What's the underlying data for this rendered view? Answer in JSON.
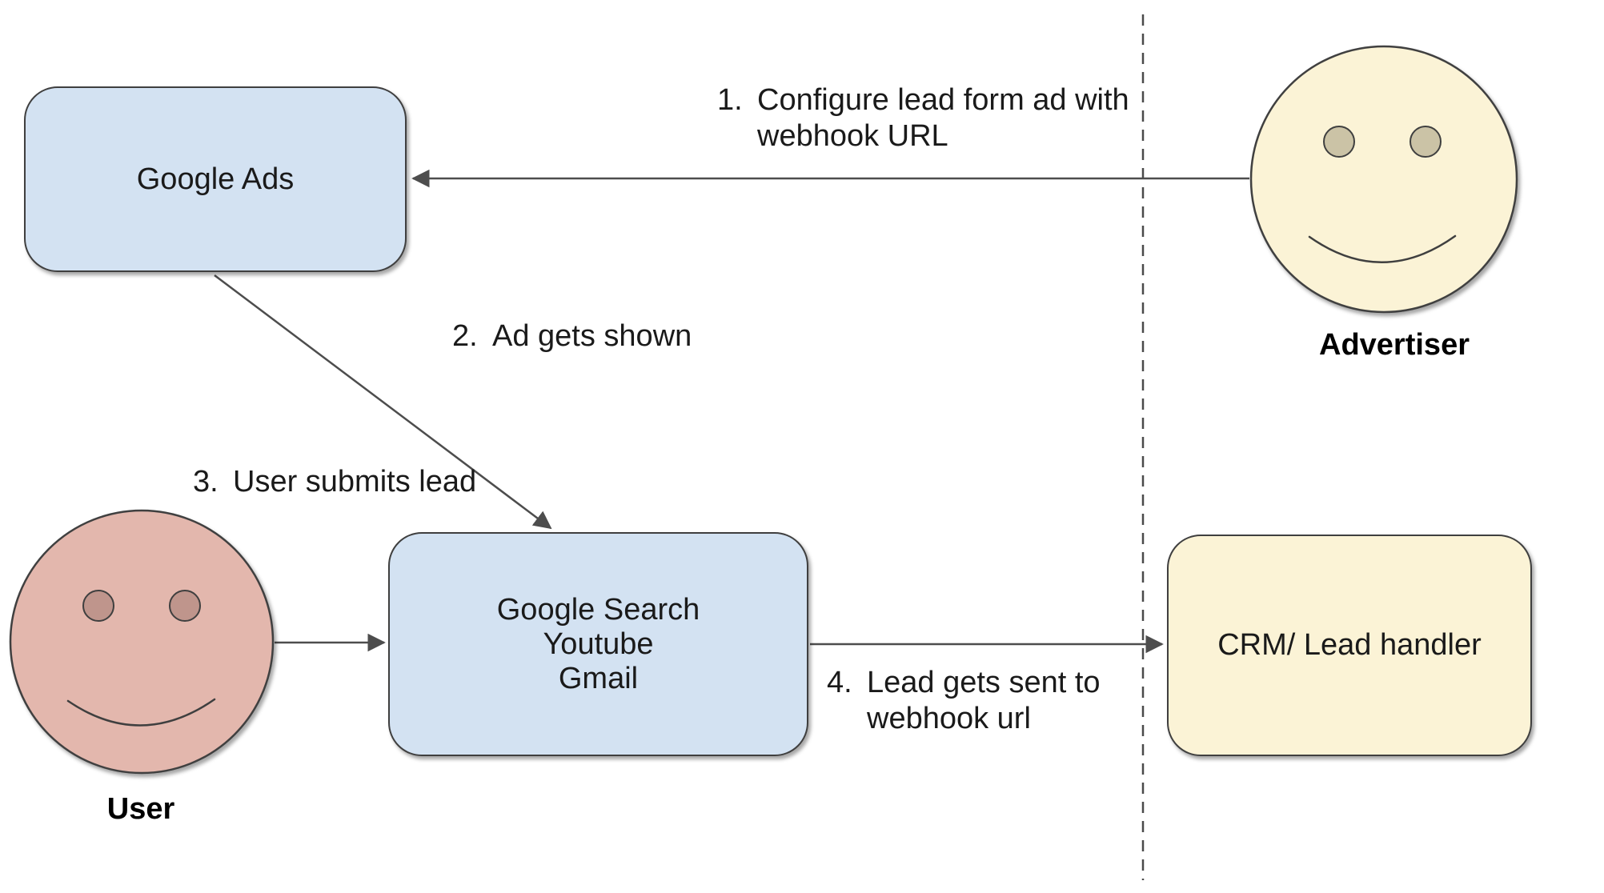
{
  "diagram": {
    "description": "Google Ads lead form webhook flow",
    "boxes": {
      "google_ads": {
        "label": "Google Ads"
      },
      "surfaces": {
        "line1": "Google Search",
        "line2": "Youtube",
        "line3": "Gmail"
      },
      "crm": {
        "label": "CRM/ Lead handler"
      }
    },
    "actors": {
      "advertiser": {
        "label": "Advertiser"
      },
      "user": {
        "label": "User"
      }
    },
    "steps": {
      "s1": {
        "num": "1.",
        "line1": "Configure lead form ad with",
        "line2": "webhook URL"
      },
      "s2": {
        "num": "2.",
        "line1": "Ad gets shown"
      },
      "s3": {
        "num": "3.",
        "line1": "User submits lead"
      },
      "s4": {
        "num": "4.",
        "line1": "Lead gets sent to",
        "line2": "webhook url"
      }
    },
    "colors": {
      "box_blue_fill": "#d3e2f2",
      "box_cream_fill": "#fbf3d6",
      "user_face_fill": "#e3b7ad",
      "user_eye_fill": "#bf958c",
      "advertiser_face_fill": "#fbf3d6",
      "advertiser_eye_fill": "#cbc3a6",
      "shape_stroke": "#3f3f3f",
      "connector_stroke": "#4d4d4d",
      "text": "#1a1a1a"
    }
  }
}
